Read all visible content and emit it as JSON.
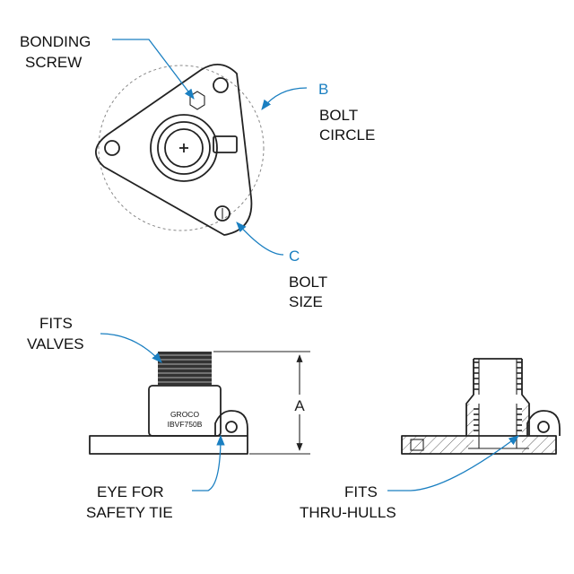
{
  "labels": {
    "bonding_screw": [
      "BONDING",
      "SCREW"
    ],
    "bolt_circle": [
      "BOLT",
      "CIRCLE"
    ],
    "bolt_size": [
      "BOLT",
      "SIZE"
    ],
    "fits_valves": [
      "FITS",
      "VALVES"
    ],
    "eye_for_safety_tie": [
      "EYE FOR",
      "SAFETY TIE"
    ],
    "fits_thru_hulls": [
      "FITS",
      "THRU-HULLS"
    ]
  },
  "dimension_letters": {
    "b": "B",
    "c": "C",
    "a": "A"
  },
  "body_marking": [
    "GROCO",
    "IBVF750B"
  ],
  "colors": {
    "accent": "#1a7fc1",
    "line": "#222222",
    "hatch": "#333333",
    "bolt_circle": "#888888"
  }
}
